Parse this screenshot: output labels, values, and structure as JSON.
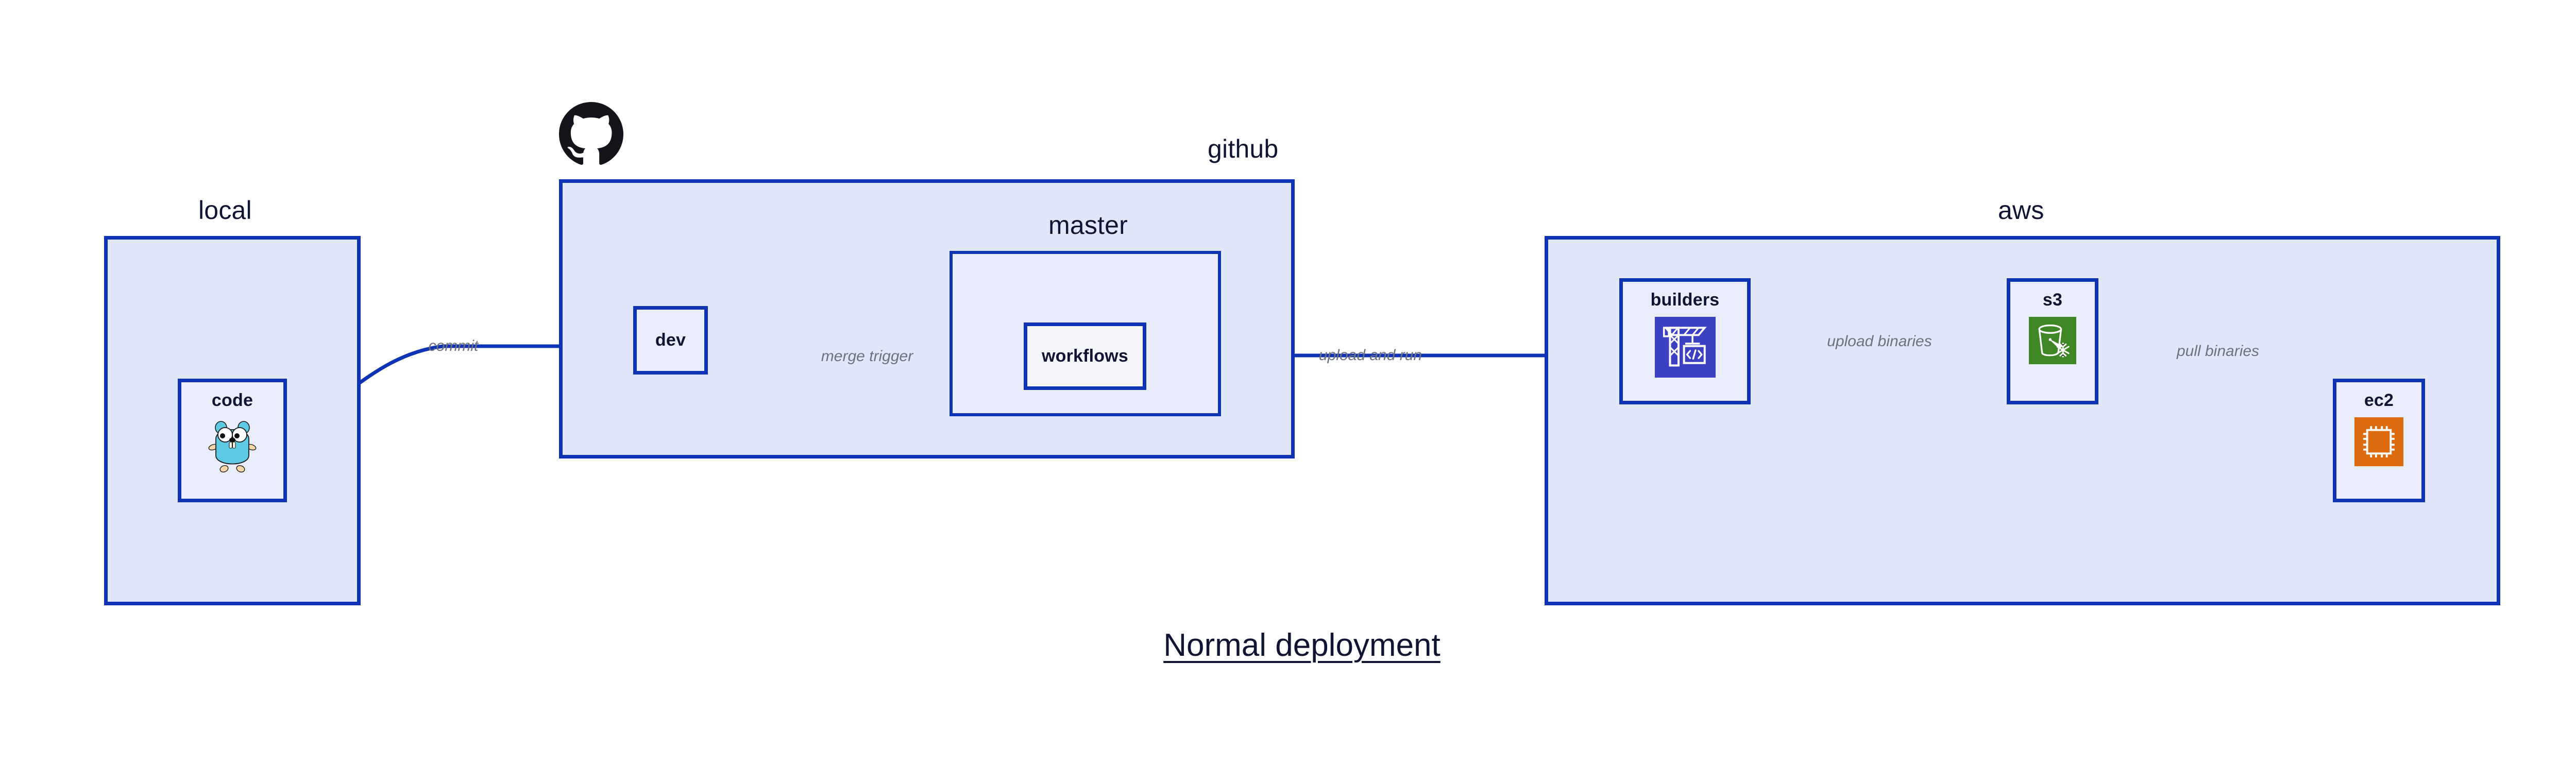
{
  "diagram": {
    "title": "Normal deployment",
    "accent_border": "#0f33b5",
    "group_fill": "#e1e7fa",
    "nested_group_fill": "#e9edfb",
    "node_fill": "#eaeefc",
    "text_color": "#111432",
    "edge_label_color": "#6d7280"
  },
  "groups": [
    {
      "id": "local",
      "label": "local"
    },
    {
      "id": "github",
      "label": "github"
    },
    {
      "id": "master",
      "label": "master"
    },
    {
      "id": "aws",
      "label": "aws"
    }
  ],
  "nodes": [
    {
      "id": "code",
      "label": "code",
      "icon": "go-gopher-icon",
      "icon_color": "#5dc9e2"
    },
    {
      "id": "dev",
      "label": "dev",
      "icon": "none",
      "icon_color": ""
    },
    {
      "id": "workflows",
      "label": "workflows",
      "icon": "none",
      "icon_color": ""
    },
    {
      "id": "builders",
      "label": "builders",
      "icon": "aws-codebuild-icon",
      "icon_color": "#3c41c4"
    },
    {
      "id": "s3",
      "label": "s3",
      "icon": "aws-s3-bucket-icon",
      "icon_color": "#3f8624"
    },
    {
      "id": "ec2",
      "label": "ec2",
      "icon": "aws-ec2-chip-icon",
      "icon_color": "#dd6b10"
    }
  ],
  "edges": [
    {
      "id": "code-to-dev",
      "from": "code",
      "to": "dev",
      "label": "commit"
    },
    {
      "id": "dev-to-workflows",
      "from": "dev",
      "to": "workflows",
      "label": "merge trigger"
    },
    {
      "id": "workflows-to-build",
      "from": "workflows",
      "to": "builders",
      "label": "upload and run"
    },
    {
      "id": "builders-to-s3",
      "from": "builders",
      "to": "s3",
      "label": "upload binaries"
    },
    {
      "id": "s3-to-ec2",
      "from": "s3",
      "to": "ec2",
      "label": "pull binaries"
    }
  ],
  "branding": {
    "github_octocat": "github-octocat-icon"
  }
}
